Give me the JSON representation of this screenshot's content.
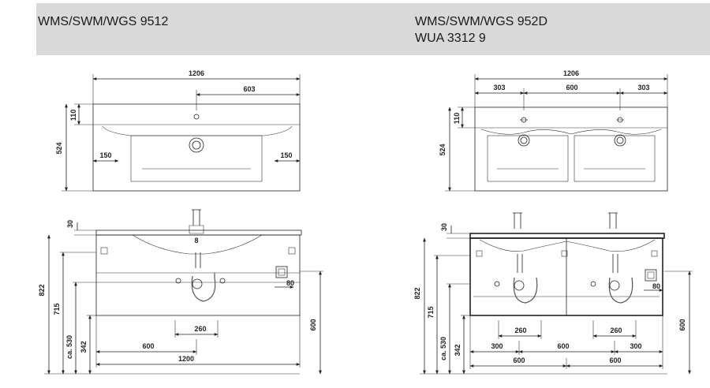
{
  "header": {
    "left_title": "WMS/SWM/WGS 9512",
    "right_title_line1": "WMS/SWM/WGS 952D",
    "right_title_line2": "WUA 3312 9"
  },
  "single_basin": {
    "top_view": {
      "overall_width": "1206",
      "half_width": "603",
      "top_rim": "110",
      "depth": "524",
      "left_margin": "150",
      "right_margin": "150"
    },
    "front_view": {
      "top_offset": "30",
      "total_height": "822",
      "height_715": "715",
      "height_530": "ca. 530",
      "height_342": "342",
      "right_height": "600",
      "trap_width": "260",
      "center_offset": "600",
      "cabinet_width": "1200",
      "trap_label": "8",
      "socket_width": "80"
    }
  },
  "double_basin": {
    "top_view": {
      "overall_width": "1206",
      "left_section": "303",
      "center_section": "600",
      "right_section": "303",
      "top_rim": "110",
      "depth": "524"
    },
    "front_view": {
      "top_offset": "30",
      "total_height": "822",
      "height_715": "715",
      "height_530": "ca. 530",
      "height_342": "342",
      "right_height": "600",
      "trap_width_left": "260",
      "trap_width_right": "260",
      "offset_left": "300",
      "center_span": "600",
      "offset_right": "300",
      "half_left": "600",
      "half_right": "600",
      "socket_width": "80"
    }
  }
}
